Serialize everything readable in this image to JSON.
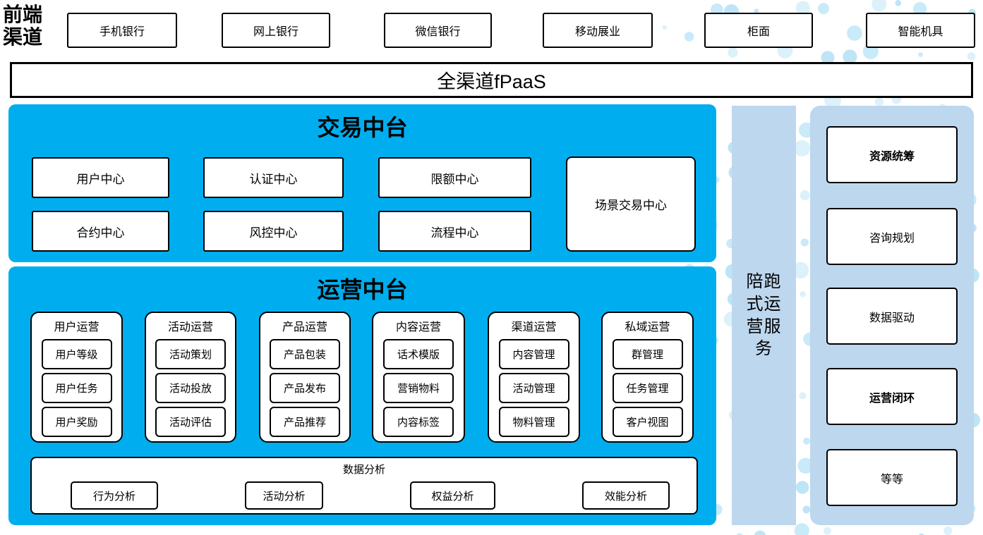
{
  "front_channels": {
    "label": "前端渠道",
    "items": [
      "手机银行",
      "网上银行",
      "微信银行",
      "移动展业",
      "柜面",
      "智能机具"
    ]
  },
  "fpaas_bar": {
    "label": "全渠道fPaaS"
  },
  "transaction_platform": {
    "title": "交易中台",
    "centers": [
      "用户中心",
      "认证中心",
      "限额中心",
      "合约中心",
      "风控中心",
      "流程中心"
    ],
    "scenario_center": "场景交易中心"
  },
  "operation_platform": {
    "title": "运营中台",
    "columns": [
      {
        "title": "用户运营",
        "items": [
          "用户等级",
          "用户任务",
          "用户奖励"
        ]
      },
      {
        "title": "活动运营",
        "items": [
          "活动策划",
          "活动投放",
          "活动评估"
        ]
      },
      {
        "title": "产品运营",
        "items": [
          "产品包装",
          "产品发布",
          "产品推荐"
        ]
      },
      {
        "title": "内容运营",
        "items": [
          "话术模版",
          "营销物料",
          "内容标签"
        ]
      },
      {
        "title": "渠道运营",
        "items": [
          "内容管理",
          "活动管理",
          "物料管理"
        ]
      },
      {
        "title": "私域运营",
        "items": [
          "群管理",
          "任务管理",
          "客户视图"
        ]
      }
    ],
    "data_analysis": {
      "title": "数据分析",
      "items": [
        "行为分析",
        "活动分析",
        "权益分析",
        "效能分析"
      ]
    }
  },
  "side_service_bar": {
    "label": "陪跑式运营服务"
  },
  "service_panel": {
    "items": [
      {
        "label": "资源统筹",
        "bold": true
      },
      {
        "label": "咨询规划",
        "bold": false
      },
      {
        "label": "数据驱动",
        "bold": false
      },
      {
        "label": "运营闭环",
        "bold": true
      },
      {
        "label": "等等",
        "bold": false
      }
    ]
  },
  "colors": {
    "accent_cyan": "#00AEEF",
    "light_blue": "#BDD7EE",
    "dot_colors": [
      "#DCF1FA",
      "#C9EAF8",
      "#BEE5F6"
    ],
    "border": "#000000"
  }
}
